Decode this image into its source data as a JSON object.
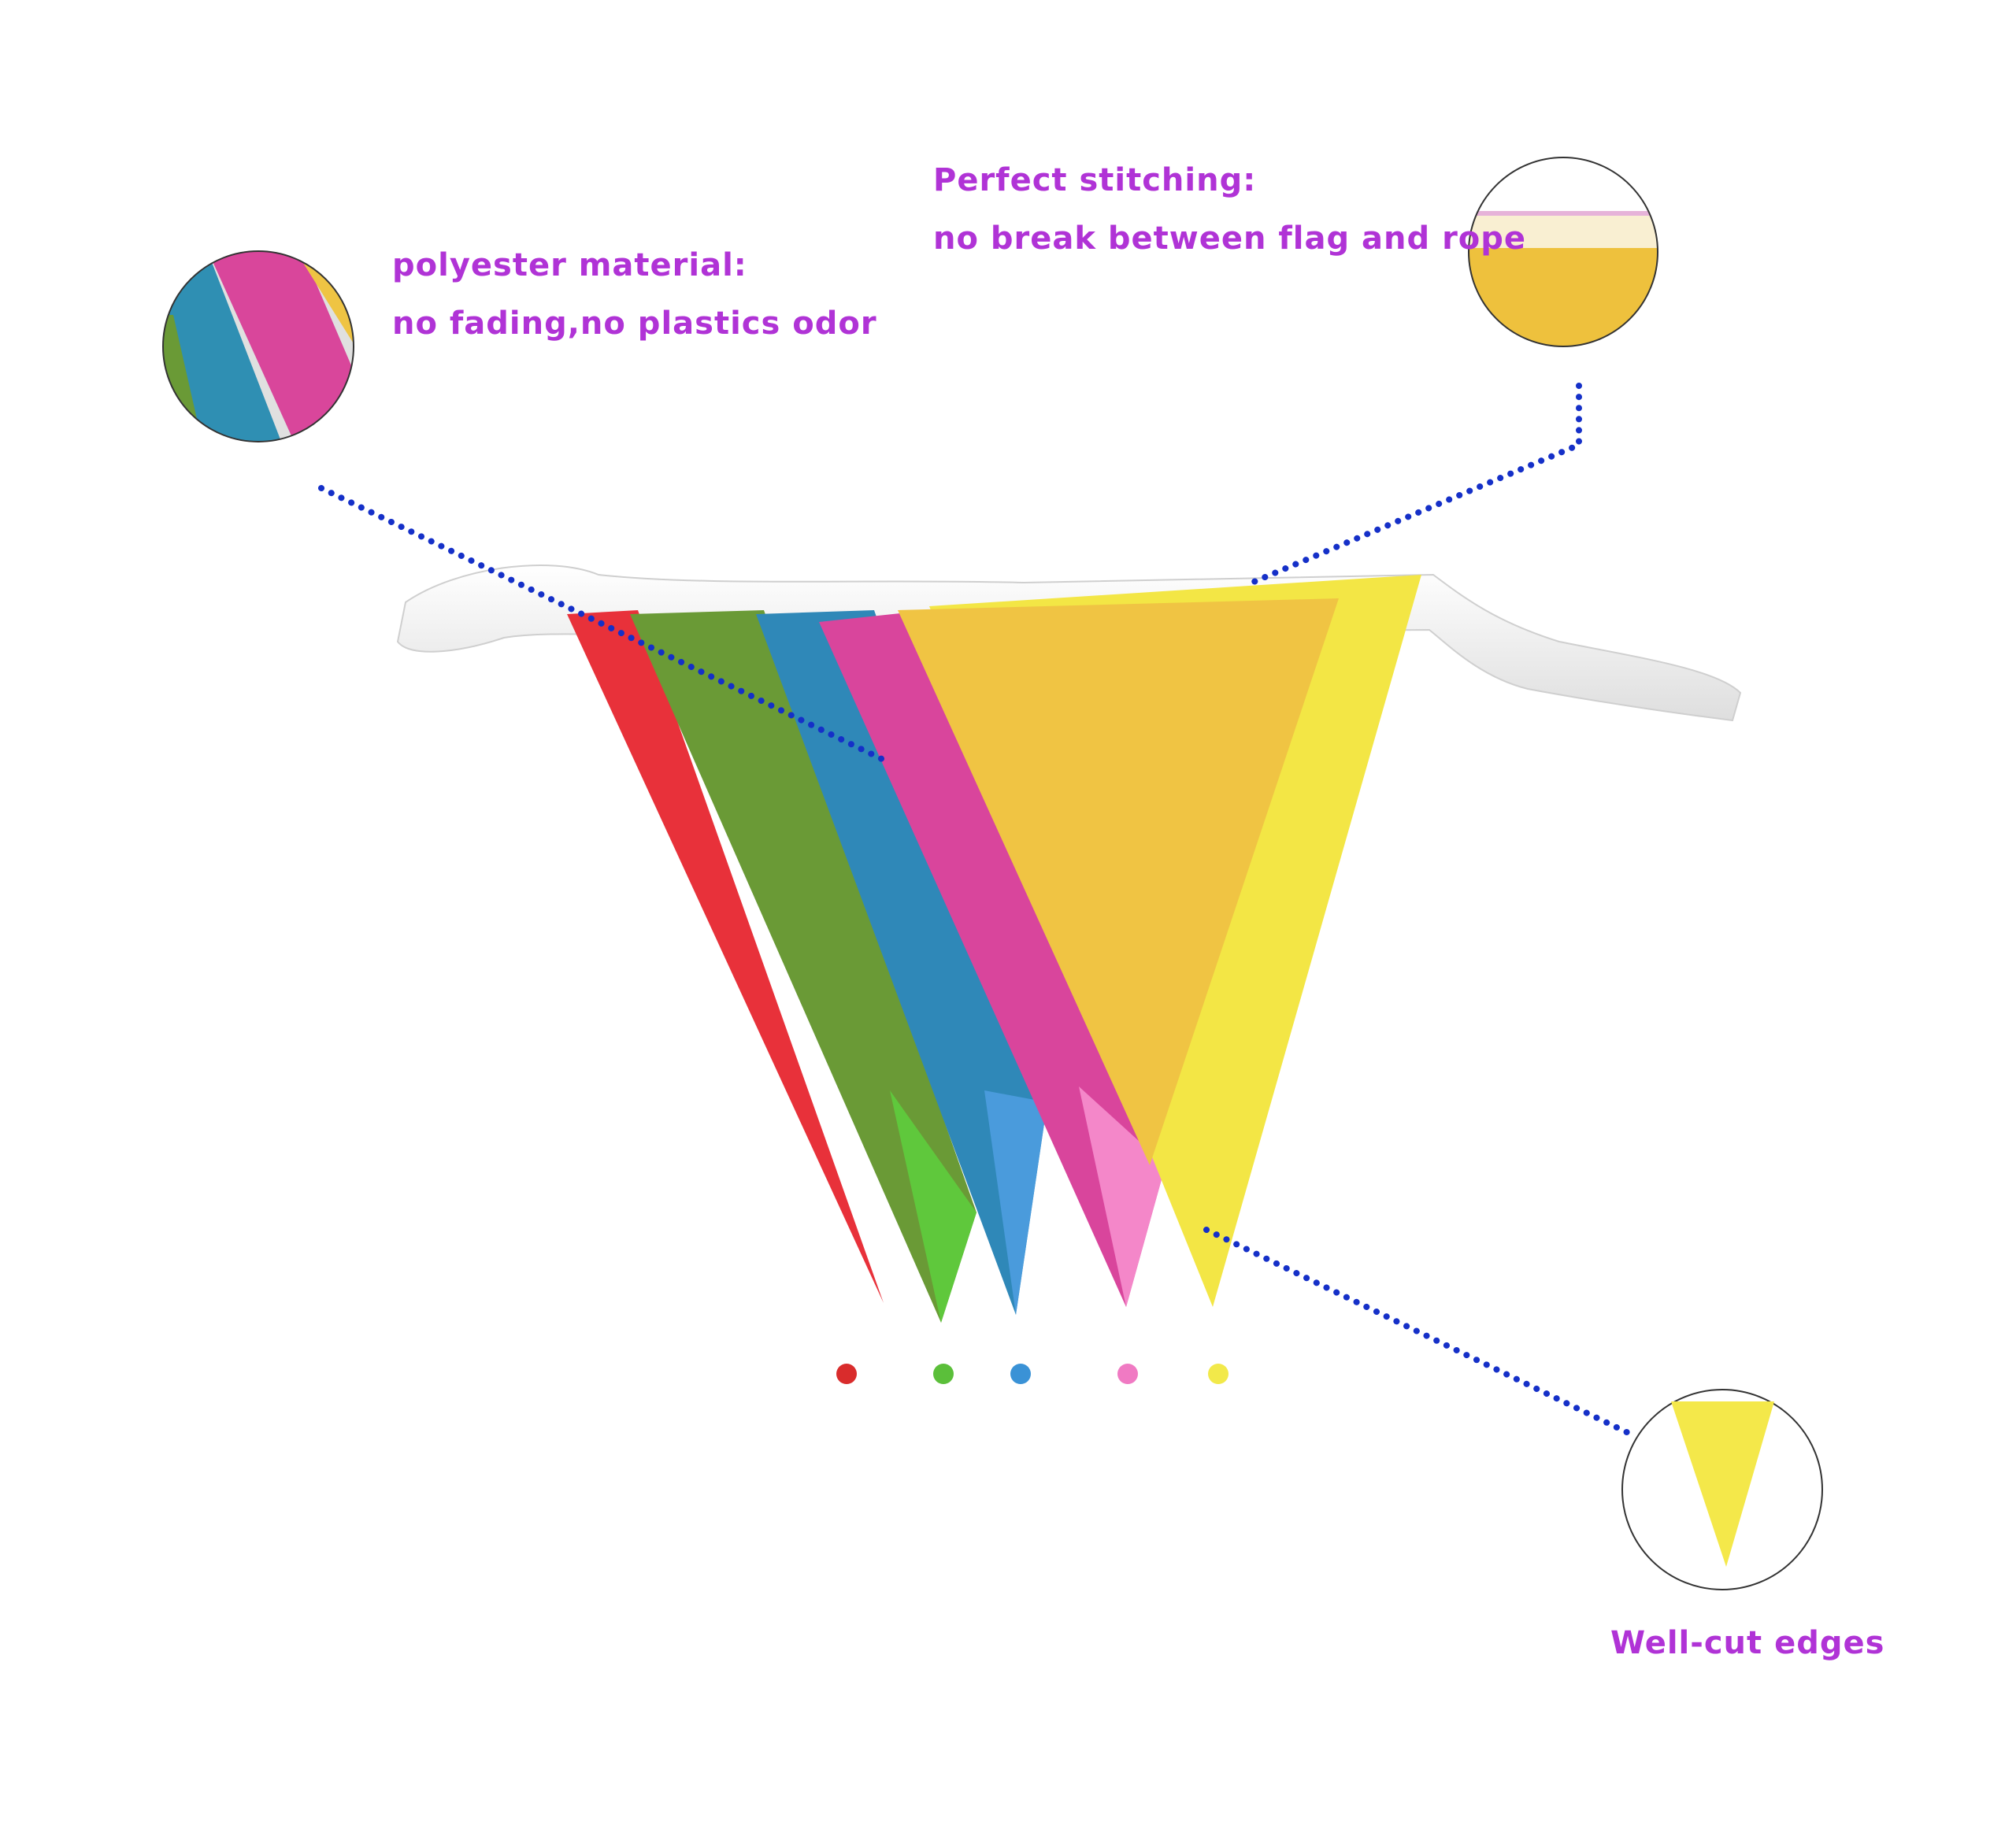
{
  "callouts": {
    "polyester_title": "polyester material:",
    "polyester_detail": "no fading,no plastics odor",
    "stitching_title": "Perfect stitching:",
    "stitching_detail": "no break between flag and rope",
    "edges_label": "Well-cut edges"
  },
  "colors": {
    "text_accent": "#b033d6",
    "dotted_line": "#1530c8",
    "red": "#e8313a",
    "green": "#5fc83c",
    "blue": "#3d95d6",
    "pink": "#f06bb8",
    "yellow": "#f3e645",
    "rope": "#f2f2f2"
  },
  "swatches": [
    {
      "name": "red",
      "color": "#d92c2c"
    },
    {
      "name": "green",
      "color": "#5bbf3a"
    },
    {
      "name": "blue",
      "color": "#3a92d6"
    },
    {
      "name": "pink",
      "color": "#f07ac3"
    },
    {
      "name": "yellow",
      "color": "#f2e94a"
    }
  ]
}
